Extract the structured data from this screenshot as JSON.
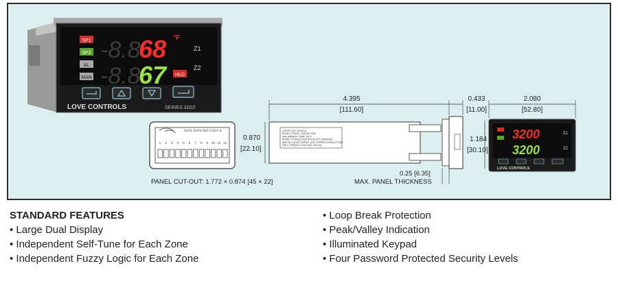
{
  "controller": {
    "brand": "LOVE CONTROLS",
    "series": "SERIES 32DZ",
    "top_digits": "68",
    "top_dim": "-8.8",
    "bottom_digits": "67",
    "bottom_dim": "-8.8",
    "unit": "°F",
    "zone1": "Z1",
    "zone2": "Z2",
    "indicators": [
      "SP1",
      "SP2",
      "AL",
      "MAN"
    ],
    "hld": "HLD",
    "colors": {
      "red": "#ff2a2a",
      "green": "#9be23a",
      "body": "#1b1b1b"
    }
  },
  "cutout": {
    "label": "PANEL CUT-OUT:",
    "dims": "1.772 × 0.874 [45 × 22]",
    "top_text": "OUT1 OUT2 OUT A OUT B",
    "terminals": [
      "1",
      "2",
      "3",
      "4",
      "5",
      "6",
      "7",
      "8",
      "9",
      "10",
      "11",
      "12"
    ]
  },
  "side": {
    "length": "4.395",
    "length_mm": "[111.60]",
    "bezel": "0.433",
    "bezel_mm": "[11.00]",
    "height": "0.870",
    "height_mm": "[22.10]",
    "thickness": "0.25 [6.35]",
    "thickness_label": "MAX. PANEL THICKNESS",
    "label_lines": [
      "120/240 VAC, 50-60 Hz",
      "SINGLE PHASE, 120/240V 6VA",
      "MAX AMBIENT TEMP 131°F",
      "SUPPLY CONDUCTOR RATED 60°C MINIMUM",
      "AWG NO.18-26 COPPER, USE COPPER CONDUCTORS",
      "ONLY, TORQUE 2.5 IN-LB (0.28 N-M)"
    ]
  },
  "front": {
    "width": "2.080",
    "width_mm": "[52.80]",
    "height": "1.184",
    "height_mm": "[30.10]",
    "top_value": "3200",
    "bottom_value": "3200",
    "zone1": "Z1",
    "zone2": "Z2",
    "brand": "LOVE CONTROLS"
  },
  "features": {
    "heading": "STANDARD FEATURES",
    "left": [
      "Large Dual Display",
      "Independent Self-Tune for Each Zone",
      "Independent Fuzzy Logic for Each Zone"
    ],
    "right": [
      "Loop Break Protection",
      "Peak/Valley Indication",
      "Illuminated Keypad",
      "Four Password Protected Security Levels"
    ]
  }
}
